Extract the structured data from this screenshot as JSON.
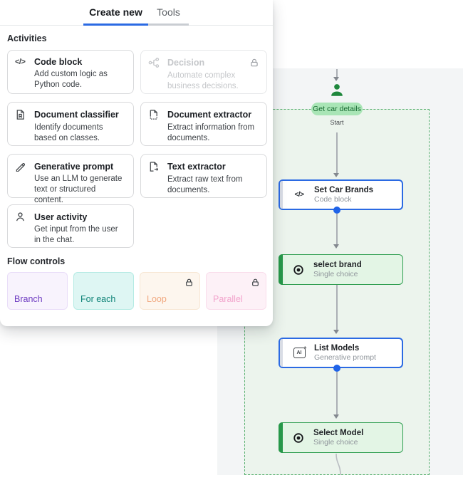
{
  "glyphs": {
    "code": "</>",
    "ai": "AI",
    "plus": "+"
  },
  "panel": {
    "tabs": [
      {
        "label": "Create new",
        "active": true
      },
      {
        "label": "Tools",
        "active": false
      }
    ],
    "activities": {
      "title": "Activities",
      "cards": [
        {
          "title": "Code block",
          "description": "Add custom logic as Python code.",
          "icon": "code-icon",
          "locked": false
        },
        {
          "title": "Decision",
          "description": "Automate complex business decisions.",
          "icon": "decision-icon",
          "locked": true
        },
        {
          "title": "Document classifier",
          "description": "Identify documents based on classes.",
          "icon": "document-classifier-icon",
          "locked": false
        },
        {
          "title": "Document extractor",
          "description": "Extract information from documents.",
          "icon": "document-extractor-icon",
          "locked": false
        },
        {
          "title": "Generative prompt",
          "description": "Use an LLM to generate text or structured content.",
          "icon": "generative-prompt-icon",
          "locked": false
        },
        {
          "title": "Text extractor",
          "description": "Extract raw text from documents.",
          "icon": "text-extractor-icon",
          "locked": false
        },
        {
          "title": "User activity",
          "description": "Get input from the user in the chat.",
          "icon": "user-icon",
          "locked": false
        }
      ]
    },
    "flow_controls": {
      "title": "Flow controls",
      "chips": [
        {
          "label": "Branch",
          "icon": "diamond-icon",
          "locked": false
        },
        {
          "label": "For each",
          "icon": "hexagon-icon",
          "locked": false
        },
        {
          "label": "Loop",
          "icon": "circle-icon",
          "locked": true
        },
        {
          "label": "Parallel",
          "icon": "parallelogram-icon",
          "locked": true
        }
      ]
    }
  },
  "canvas": {
    "workflow_badge": "Get car details",
    "start_label": "Start",
    "nodes": [
      {
        "title": "Set Car Brands",
        "subtitle": "Code block",
        "icon": "code-icon"
      },
      {
        "title": "select brand",
        "subtitle": "Single choice",
        "icon": "radio-icon"
      },
      {
        "title": "List Models",
        "subtitle": "Generative prompt",
        "icon": "ai-sparkle-icon"
      },
      {
        "title": "Select Model",
        "subtitle": "Single choice",
        "icon": "radio-icon"
      }
    ]
  },
  "colors": {
    "accent_blue": "#2b6ae3",
    "accent_green": "#2f9e50",
    "badge_bg": "#a9e5b6",
    "badge_text": "#176a31",
    "region_border": "#57b06e",
    "region_bg": "#ecf4ed",
    "canvas_bg": "#f3f5f6",
    "branch_purple": "#7b27cf",
    "foreach_teal": "#12988a",
    "loop_orange": "#efa480",
    "parallel_pink": "#ef93c4"
  }
}
